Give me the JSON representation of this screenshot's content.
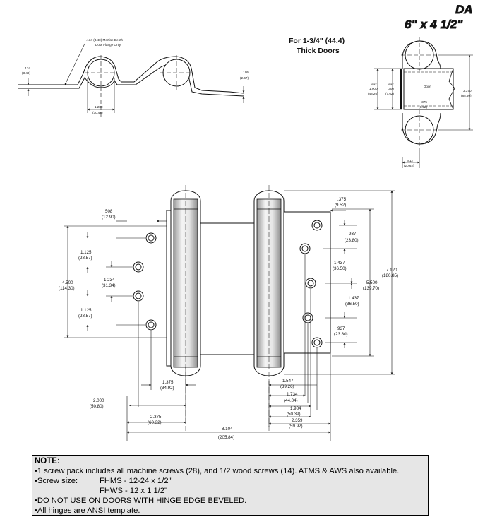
{
  "badge": {
    "line1": "DA",
    "line2": "6\" x 4 1/2\""
  },
  "door_note": {
    "line1": "For 1-3/4\" (44.4)",
    "line2": "Thick Doors"
  },
  "top_left": {
    "mortise_line1": ".134 (3.40) Mortise Depth",
    "mortise_line2": "Door Flange Only",
    "left_dim_top": ".134",
    "left_dim_bottom": "(3.40)",
    "right_dim_top": ".105",
    "right_dim_bottom": "(2.67)",
    "bottom_dim_top": "1.200",
    "bottom_dim_bottom": "(30.48)"
  },
  "top_right": {
    "max1_l1": "Max.",
    "max1_l2": "1.900",
    "max1_l3": "(48.26)",
    "max2_l1": "Max.",
    "max2_l2": ".300",
    "max2_l3": "(7.62)",
    "door_label": "Door",
    "right_top": "3.370",
    "right_bottom": "(85.60)",
    "mid_top": ".375",
    "mid_bottom": "(9.52)",
    "bottom_top": ".812",
    "bottom_bottom": "(20.62)"
  },
  "main": {
    "d508_top": "508",
    "d508_bottom": "(12.90)",
    "d4500_top": "4.500",
    "d4500_bottom": "(114.30)",
    "l1125a_top": "1.125",
    "l1125a_bottom": "(28.57)",
    "l1234_top": "1.234",
    "l1234_bottom": "(31.34)",
    "l1125b_top": "1.125",
    "l1125b_bottom": "(28.57)",
    "d1375_top": "1.375",
    "d1375_bottom": "(34.92)",
    "d2000_top": "2.000",
    "d2000_bottom": "(50.80)",
    "d2375_top": "2.375",
    "d2375_bottom": "(60.32)",
    "d8104_top": "8.104",
    "d8104_bottom": "(205.84)",
    "r375_top": ".375",
    "r375_bottom": "(9.52)",
    "r937a_top": "937",
    "r937a_bottom": "(23.80)",
    "r1437a_top": "1.437",
    "r1437a_bottom": "(36.50)",
    "r5500_top": "5.500",
    "r5500_bottom": "(139.70)",
    "r1437b_top": "1.437",
    "r1437b_bottom": "(36.50)",
    "r937b_top": "937",
    "r937b_bottom": "(23.80)",
    "r7120_top": "7.120",
    "r7120_bottom": "(180.85)",
    "r1547_top": "1.547",
    "r1547_bottom": "(39.26)",
    "r1734_top": "1.734",
    "r1734_bottom": "(44.04)",
    "r1984_top": "1.984",
    "r1984_bottom": "(50.39)",
    "r2359_top": "2.359",
    "r2359_bottom": "(59.92)"
  },
  "note": {
    "heading": "NOTE:",
    "line1": "•1 screw pack includes all machine screws (28), and 1/2 wood screws (14). ATMS & AWS also available.",
    "line2_label": "•Screw size:",
    "line2_value": "FHMS - 12-24 x 1/2\"",
    "line3_value": "FHWS - 12 x 1 1/2\"",
    "line4": "•DO NOT USE ON DOORS WITH HINGE EDGE BEVELED.",
    "line5": "•All hinges are ANSI template."
  }
}
